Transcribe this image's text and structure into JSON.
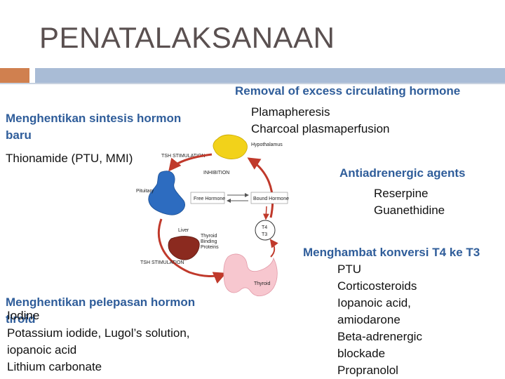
{
  "title": "PENATALAKSANAAN",
  "colors": {
    "accent_orange": "#d0804f",
    "accent_blue": "#a9bcd6",
    "heading_blue": "#2f5d9a"
  },
  "left": {
    "heading1": "Menghentikan sintesis hormon",
    "heading1_line2": "baru",
    "drugs1": "Thionamide (PTU, MMI)",
    "heading2": "Menghentikan pelepasan hormon",
    "heading2_overlap": "tiroid",
    "drugs2": [
      "Iodine",
      "Potassium iodide, Lugol’s solution,",
      "iopanoic acid",
      "Lithium carbonate"
    ]
  },
  "right": {
    "heading1": "Removal of excess circulating hormone",
    "items1": [
      "Plamapheresis",
      "Charcoal plasmaperfusion"
    ],
    "heading2": "Antiadrenergic agents",
    "items2": [
      "Reserpine",
      "Guanethidine"
    ],
    "heading3": "Menghambat konversi T4 ke T3",
    "items3": [
      "PTU",
      "Corticosteroids",
      "Iopanoic acid,",
      "amiodarone",
      "Beta-adrenergic",
      "blockade",
      "Propranolol"
    ]
  },
  "diagram": {
    "tsh_stimulation_top": "TSH STIMULATION",
    "hypothalamus": "Hypothalamus",
    "inhibition": "INHIBITION",
    "pituitary": "Pituitary",
    "free_hormone": "Free Hormone",
    "bound_hormone": "Bound Hormone",
    "t4": "T4",
    "t3": "T3",
    "liver": "Liver",
    "thyroid_binding": [
      "Thyroid",
      "Binding",
      "Proteins"
    ],
    "tsh_stimulation_bottom": "TSH STIMULATION",
    "thyroid": "Thyroid"
  }
}
